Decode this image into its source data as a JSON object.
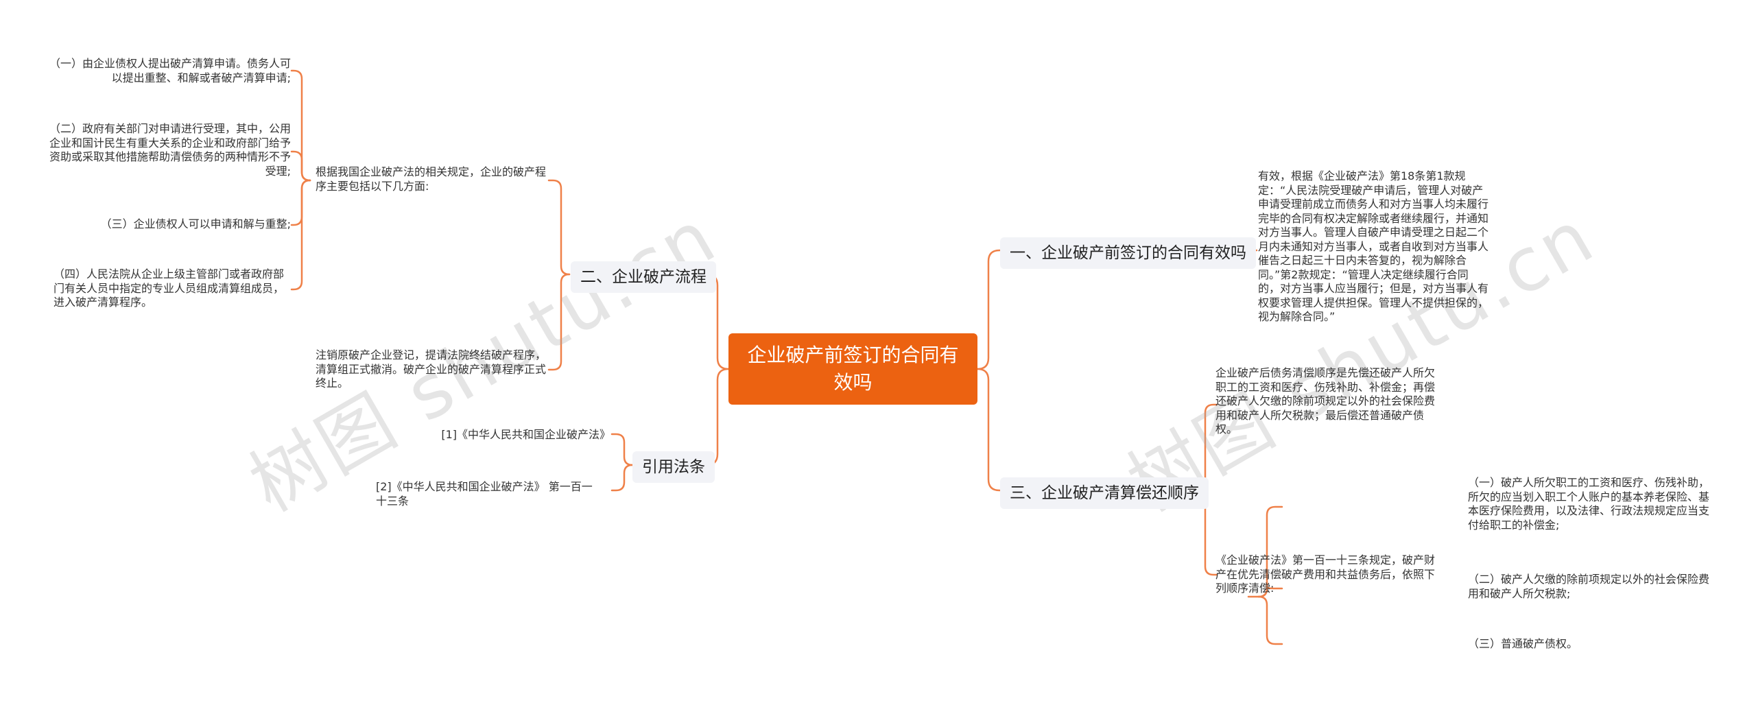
{
  "root": {
    "title": "企业破产前签订的合同有效吗"
  },
  "branches": {
    "b1": "一、企业破产前签订的合同有效吗",
    "b2": "二、企业破产流程",
    "b3": "三、企业破产清算偿还顺序",
    "b4": "引用法条"
  },
  "leaves": {
    "b1_text": "有效，根据《企业破产法》第18条第1款规定：“人民法院受理破产申请后，管理人对破产申请受理前成立而债务人和对方当事人均未履行完毕的合同有权决定解除或者继续履行，并通知对方当事人。管理人自破产申请受理之日起二个月内未通知对方当事人，或者自收到对方当事人催告之日起三十日内未答复的，视为解除合同。”第2款规定：“管理人决定继续履行合同的，对方当事人应当履行；但是，对方当事人有权要求管理人提供担保。管理人不提供担保的，视为解除合同。”",
    "b2_main": "根据我国企业破产法的相关规定，企业的破产程序主要包括以下几方面:",
    "b2_item1": "（一）由企业债权人提出破产清算申请。债务人可以提出重整、和解或者破产清算申请;",
    "b2_item2": "（二）政府有关部门对申请进行受理，其中，公用企业和国计民生有重大关系的企业和政府部门给予资助或采取其他措施帮助清偿债务的两种情形不予受理;",
    "b2_item3": "（三）企业债权人可以申请和解与重整;",
    "b2_item4": "（四）人民法院从企业上级主管部门或者政府部门有关人员中指定的专业人员组成清算组成员，进入破产清算程序。",
    "b2_end": "注销原破产企业登记，提请法院终结破产程序，清算组正式撤消。破产企业的破产清算程序正式终止。",
    "b3_text1": "企业破产后债务清偿顺序是先偿还破产人所欠职工的工资和医疗、伤残补助、补偿金；再偿还破产人欠缴的除前项规定以外的社会保险费用和破产人所欠税款；最后偿还普通破产债权。",
    "b3_text2": "《企业破产法》第一百一十三条规定，破产财产在优先清偿破产费用和共益债务后，依照下列顺序清偿:",
    "b3_item1": "（一）破产人所欠职工的工资和医疗、伤残补助，所欠的应当划入职工个人账户的基本养老保险、基本医疗保险费用，以及法律、行政法规规定应当支付给职工的补偿金;",
    "b3_item2": "（二）破产人欠缴的除前项规定以外的社会保险费用和破产人所欠税款;",
    "b3_item3": "（三）普通破产债权。",
    "law1": "[1]《中华人民共和国企业破产法》",
    "law2": "[2]《中华人民共和国企业破产法》 第一百一十三条"
  },
  "watermark": {
    "text_left": "树图 shutu.cn",
    "text_right": "树图 shutu.cn"
  },
  "colors": {
    "accent": "#ec6211",
    "branch_bg": "#f2f3f7",
    "line": "#ef8048"
  }
}
